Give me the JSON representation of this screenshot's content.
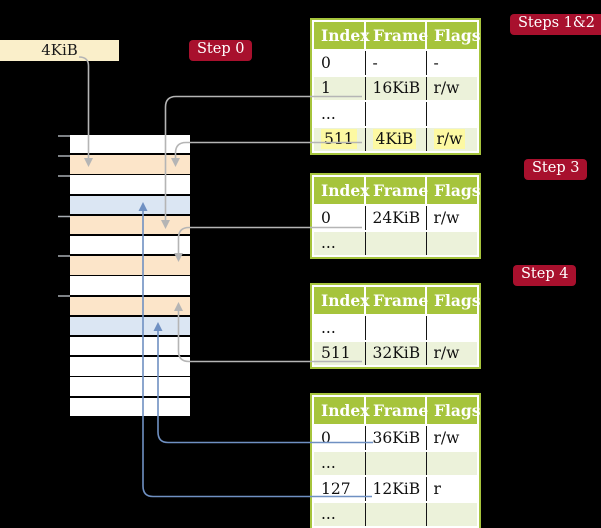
{
  "root_pointer": {
    "label": "4KiB"
  },
  "step_labels": [
    {
      "id": "step-0",
      "text": "Step 0"
    },
    {
      "id": "steps-1-2",
      "text": "Steps 1&2"
    },
    {
      "id": "step-3",
      "text": "Step 3"
    },
    {
      "id": "step-4",
      "text": "Step 4"
    }
  ],
  "page_tables": [
    {
      "name": "page-table-steps-1-2",
      "headers": [
        "Index",
        "Frame",
        "Flags"
      ],
      "rows": [
        {
          "cells": [
            "0",
            "-",
            "-"
          ],
          "highlight": false
        },
        {
          "cells": [
            "1",
            "16KiB",
            "r/w"
          ],
          "highlight": false
        },
        {
          "cells": [
            "...",
            "",
            ""
          ],
          "highlight": false
        },
        {
          "cells": [
            "511",
            "4KiB",
            "r/w"
          ],
          "highlight": true
        }
      ]
    },
    {
      "name": "page-table-step-3",
      "headers": [
        "Index",
        "Frame",
        "Flags"
      ],
      "rows": [
        {
          "cells": [
            "0",
            "24KiB",
            "r/w"
          ],
          "highlight": false
        },
        {
          "cells": [
            "...",
            "",
            ""
          ],
          "highlight": false
        }
      ]
    },
    {
      "name": "page-table-step-4",
      "headers": [
        "Index",
        "Frame",
        "Flags"
      ],
      "rows": [
        {
          "cells": [
            "...",
            "",
            ""
          ],
          "highlight": false
        },
        {
          "cells": [
            "511",
            "32KiB",
            "r/w"
          ],
          "highlight": false
        }
      ]
    },
    {
      "name": "page-table-leaf",
      "headers": [
        "Index",
        "Frame",
        "Flags"
      ],
      "rows": [
        {
          "cells": [
            "0",
            "36KiB",
            "r/w"
          ],
          "highlight": false
        },
        {
          "cells": [
            "...",
            "",
            ""
          ],
          "highlight": false
        },
        {
          "cells": [
            "127",
            "12KiB",
            "r"
          ],
          "highlight": false
        },
        {
          "cells": [
            "...",
            "",
            ""
          ],
          "highlight": false
        }
      ]
    }
  ],
  "memory": {
    "rows": [
      {
        "kind": "free"
      },
      {
        "kind": "pagetable"
      },
      {
        "kind": "free"
      },
      {
        "kind": "data"
      },
      {
        "kind": "pagetable"
      },
      {
        "kind": "free"
      },
      {
        "kind": "pagetable"
      },
      {
        "kind": "free"
      },
      {
        "kind": "pagetable"
      },
      {
        "kind": "data"
      },
      {
        "kind": "free"
      },
      {
        "kind": "free"
      },
      {
        "kind": "free"
      },
      {
        "kind": "free"
      }
    ]
  },
  "connectors": [
    {
      "name": "arrow-root-pointer-to-4kib-frame",
      "color": "gray"
    },
    {
      "name": "arrow-entry1-to-16kib-frame",
      "color": "gray"
    },
    {
      "name": "arrow-entry511-to-4kib-frame",
      "color": "gray"
    },
    {
      "name": "arrow-entry0-to-24kib-frame",
      "color": "gray"
    },
    {
      "name": "arrow-entry511-to-32kib-frame",
      "color": "gray"
    },
    {
      "name": "arrow-entry0-to-36kib-frame",
      "color": "blue"
    },
    {
      "name": "arrow-entry127-to-12kib-frame",
      "color": "blue"
    }
  ],
  "colors": {
    "table_header": "#a6c43c",
    "row_alt": "#ecf2da",
    "highlight": "#fdf9a2",
    "mem_pagetable": "#fce5c9",
    "mem_data": "#dbe6f3",
    "label_bg": "#a8102d",
    "box_bg": "#faefca",
    "gray_arrow": "#b5b5b5",
    "blue_arrow": "#6f90c2"
  }
}
